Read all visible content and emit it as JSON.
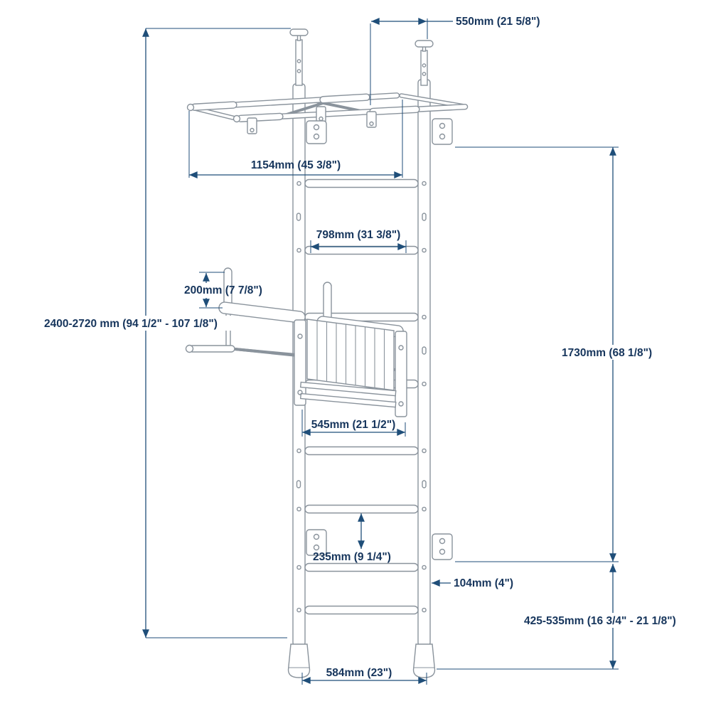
{
  "diagram": {
    "type": "technical-dimension-drawing",
    "subject": "wall-mounted gymnastics ladder (swedish wall) with pull-up bar, dip/knee-raise station, wall brackets and floor feet"
  },
  "colors": {
    "background": "#ffffff",
    "structure_line": "#8a939c",
    "dimension_line": "#1f4e79",
    "dimension_text": "#16355c"
  },
  "dimensions": {
    "depth_top": {
      "label": "550mm (21 5/8\")"
    },
    "pullup_bar_width": {
      "label": "1154mm (45 3/8\")"
    },
    "frame_width": {
      "label": "798mm (31 3/8\")"
    },
    "handle_height": {
      "label": "200mm (7 7/8\")"
    },
    "total_height": {
      "label": "2400-2720 mm (94 1/2\" - 107 1/8\")"
    },
    "wall_mount_span": {
      "label": "1730mm (68 1/8\")"
    },
    "dip_station_width": {
      "label": "545mm (21 1/2\")"
    },
    "rung_spacing": {
      "label": "235mm (9 1/4\")"
    },
    "bracket_offset": {
      "label": "104mm (4\")"
    },
    "lower_mount_height": {
      "label": "425-535mm (16 3/4\" - 21 1/8\")"
    },
    "base_width": {
      "label": "584mm (23\")"
    }
  }
}
